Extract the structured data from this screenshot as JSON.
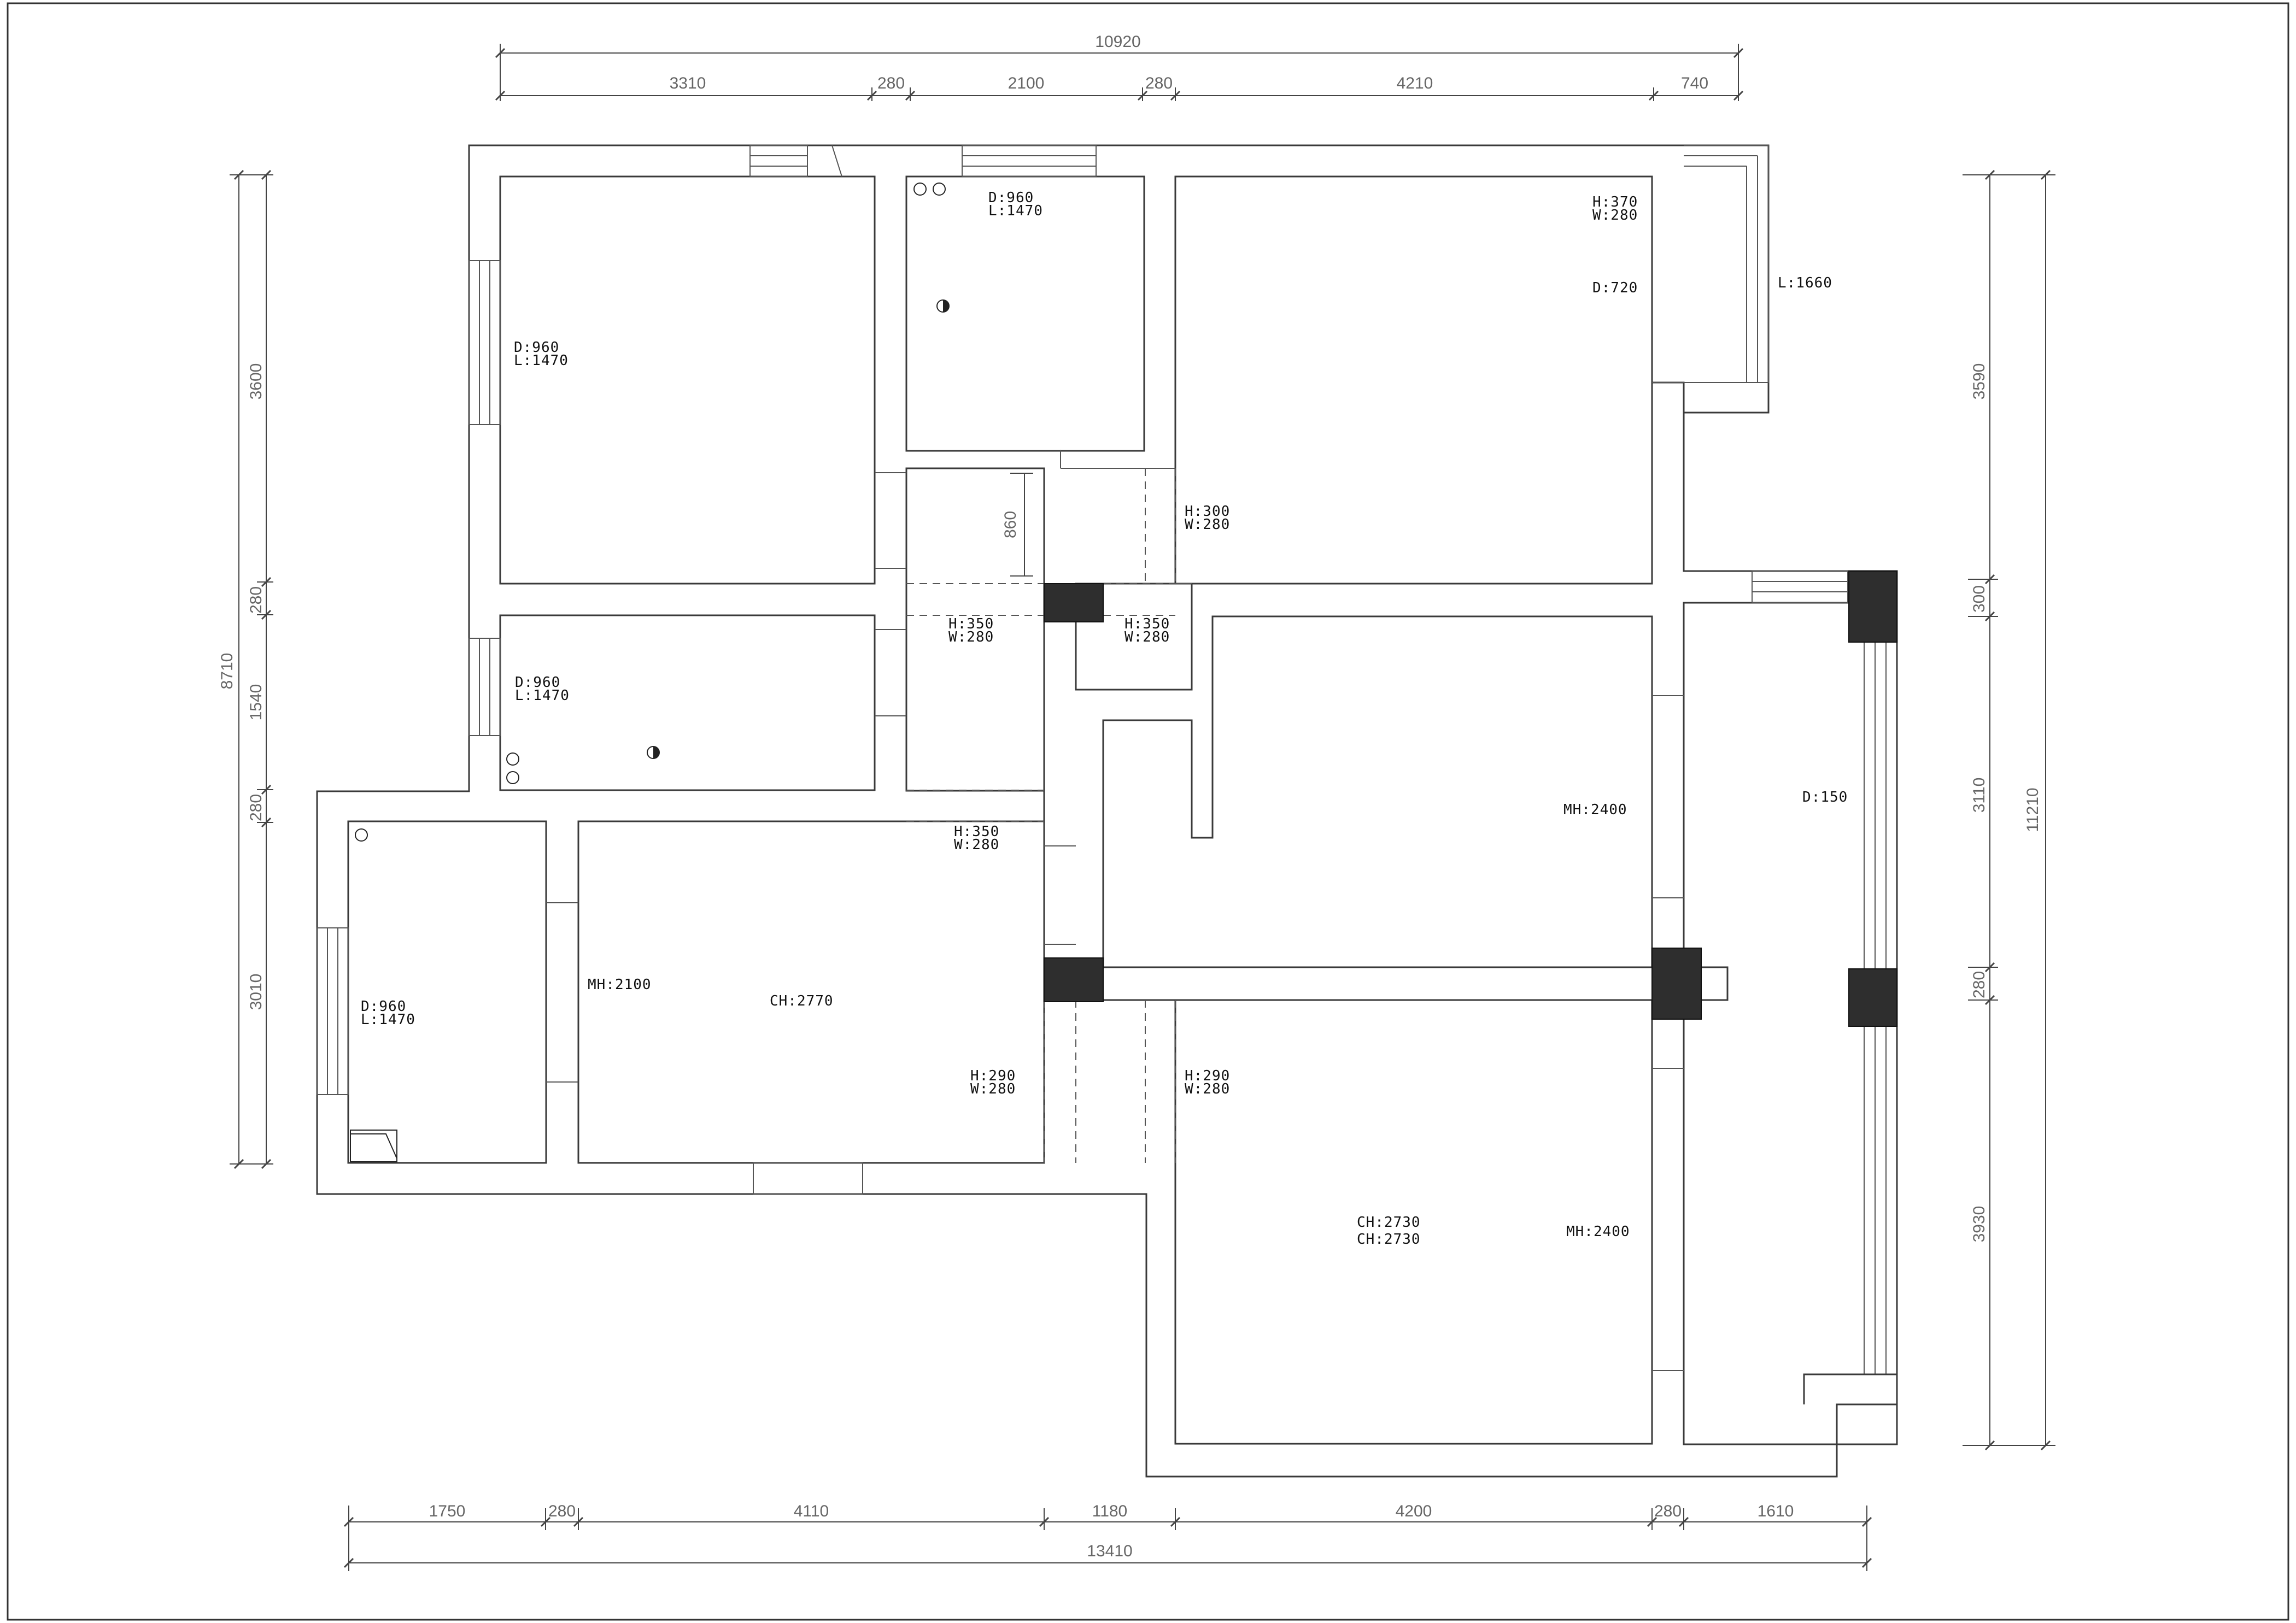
{
  "dimensions": {
    "top_total": "10920",
    "top_segments": [
      "3310",
      "280",
      "2100",
      "280",
      "4210",
      "740"
    ],
    "bottom_total": "13410",
    "bottom_segments": [
      "1750",
      "280",
      "4110",
      "1180",
      "4200",
      "280",
      "1610"
    ],
    "left_total": "8710",
    "left_segments": [
      "3600",
      "280",
      "1540",
      "280",
      "3010"
    ],
    "right_total": "11210",
    "right_segments": [
      "3590",
      "300",
      "3110",
      "280",
      "3930"
    ],
    "inner_860": "860"
  },
  "labels": {
    "bed1_d": "D:960",
    "bed1_l": "L:1470",
    "bath1_d": "D:960",
    "bath1_l": "L:1470",
    "room2_d": "D:960",
    "room2_l": "L:1470",
    "kitchen_d": "D:960",
    "kitchen_l": "L:1470",
    "topright_h": "H:370",
    "topright_w": "W:280",
    "topright_d": "D:720",
    "balcony_l": "L:1660",
    "door1_h": "H:300",
    "door1_w": "W:280",
    "door2_h": "H:350",
    "door2_w": "W:280",
    "door3_h": "H:350",
    "door3_w": "W:280",
    "door4_h": "H:350",
    "door4_w": "W:280",
    "door5_h": "H:290",
    "door5_w": "W:280",
    "door6_h": "H:290",
    "door6_w": "W:280",
    "mh_2400_a": "MH:2400",
    "mh_2400_b": "MH:2400",
    "mh_2100": "MH:2100",
    "ch_2770": "CH:2770",
    "ch_2730_a": "CH:2730",
    "ch_2730_b": "CH:2730",
    "d_150": "D:150"
  }
}
